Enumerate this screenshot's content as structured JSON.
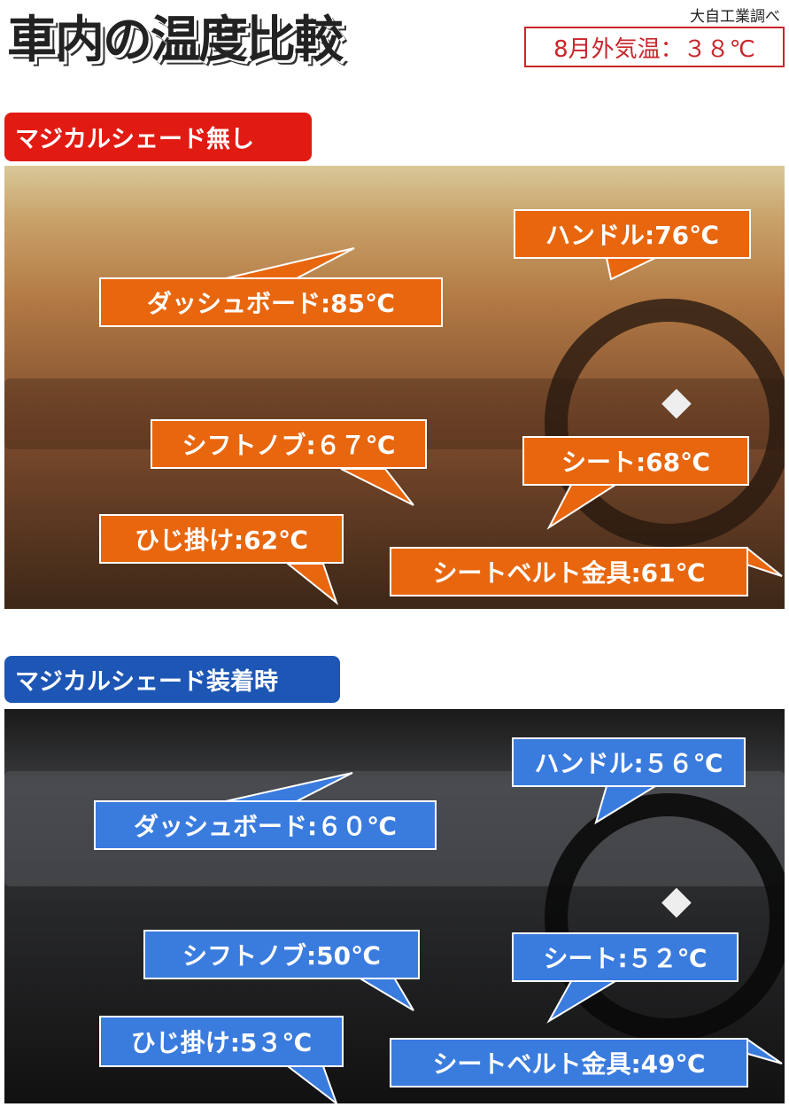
{
  "header": {
    "title": "車内の温度比較",
    "source": "大自工業調べ",
    "outside_temp": "8月外気温：３８℃"
  },
  "without_shade": {
    "label": "マジカルシェード無し",
    "colors": {
      "accent": "#e8660e",
      "tag": "#e11a12"
    },
    "callouts": {
      "dashboard": "ダッシュボード:85℃",
      "handle": "ハンドル:76℃",
      "shift_knob": "シフトノブ:６７℃",
      "seat": "シート:68℃",
      "armrest": "ひじ掛け:62℃",
      "seatbelt": "シートベルト金具:61℃"
    }
  },
  "with_shade": {
    "label": "マジカルシェード装着時",
    "colors": {
      "accent": "#3a7bde",
      "tag": "#1d56b4"
    },
    "callouts": {
      "dashboard": "ダッシュボード:６０℃",
      "handle": "ハンドル:５６℃",
      "shift_knob": "シフトノブ:50℃",
      "seat": "シート:５２℃",
      "armrest": "ひじ掛け:5３℃",
      "seatbelt": "シートベルト金具:49℃"
    }
  }
}
